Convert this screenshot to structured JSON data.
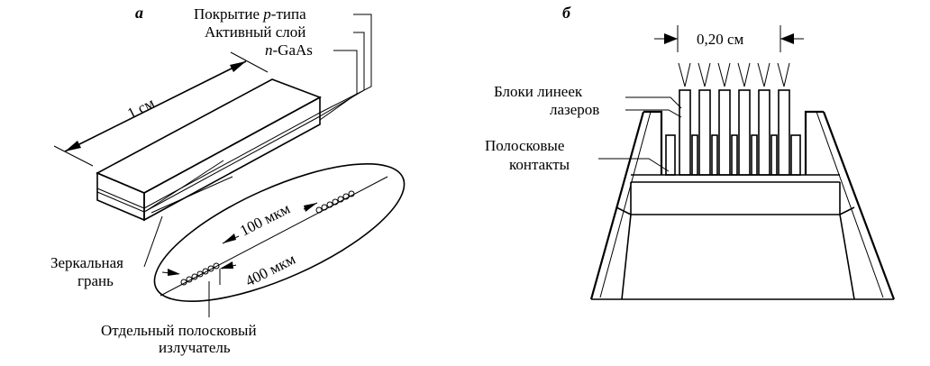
{
  "panel_a": {
    "letter": "а",
    "label_p_cover_prefix": "Покрытие ",
    "label_p_cover_italic": "p",
    "label_p_cover_suffix": "-типа",
    "label_active_layer": "Активный слой",
    "label_ngaas_italic": "n",
    "label_ngaas_suffix": "-GaAs",
    "dim_length": "1 см",
    "dim_100": "100 мкм",
    "dim_400": "400 мкм",
    "label_mirror_line1": "Зеркальная",
    "label_mirror_line2": "грань",
    "label_emitter_line1": "Отдельный полосковый",
    "label_emitter_line2": "излучатель"
  },
  "panel_b": {
    "letter": "б",
    "dim_width": "0,20 см",
    "label_blocks_line1": "Блоки линеек",
    "label_blocks_line2": "лазеров",
    "label_contacts_line1": "Полосковые",
    "label_contacts_line2": "контакты"
  }
}
